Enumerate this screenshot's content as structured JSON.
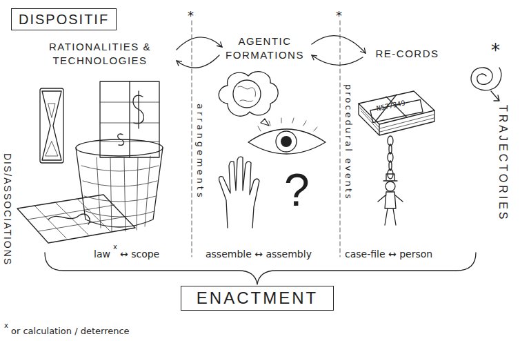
{
  "diagram": {
    "title": "DISPOSITIF",
    "nodes": [
      {
        "text": [
          "RATIONALITIES & TECHNOLOGIES"
        ]
      },
      {
        "text": [
          "AGENTIC FORMATIONS"
        ]
      },
      {
        "text": [
          "RE-CORDS"
        ]
      },
      {
        "text": [
          "ENACTMENT"
        ]
      }
    ],
    "edges": [
      {
        "from": 0,
        "to": 1,
        "arrow": "to"
      },
      {
        "from": 1,
        "to": 0,
        "arrow": "to"
      },
      {
        "from": 1,
        "to": 2,
        "arrow": "to"
      },
      {
        "from": 2,
        "to": 1,
        "arrow": "to"
      }
    ],
    "labels": [
      "*",
      "*",
      "*",
      "arrangements",
      "procedural events",
      "TRAJECTORIES",
      "DIS/ASSOCIATIONS",
      "N577349",
      "?",
      "law",
      "x",
      "↔ scope",
      "assemble ↔ assembly",
      "case-file ↔ person",
      "x",
      "or calculation / deterrence"
    ]
  }
}
